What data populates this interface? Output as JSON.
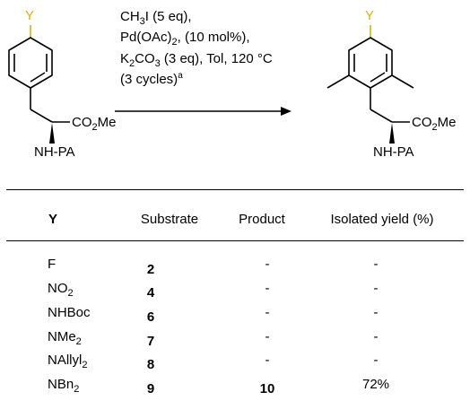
{
  "scheme": {
    "sm": {
      "y_label": "Y",
      "ester": "CO",
      "ester_sub": "2",
      "ester_tail": "Me",
      "amine": "NH-PA"
    },
    "product": {
      "y_label": "Y",
      "ester": "CO",
      "ester_sub": "2",
      "ester_tail": "Me",
      "amine": "NH-PA"
    },
    "conditions": {
      "line1": {
        "a": "CH",
        "a_sub": "3",
        "b": "I (5 eq),"
      },
      "line2": {
        "a": "Pd(OAc)",
        "a_sub": "2",
        "b": ", (10 mol%),"
      },
      "line3": {
        "a": "K",
        "a_sub": "2",
        "b": "CO",
        "b_sub": "3",
        "c": " (3 eq), Tol, 120 °C"
      },
      "line4": {
        "a": "(3 cycles)",
        "a_sup": "a"
      }
    },
    "colors": {
      "y_substituent": "#e0b000"
    }
  },
  "table": {
    "headers": [
      "Y",
      "Substrate",
      "Product",
      "Isolated yield (%)"
    ],
    "rows": [
      {
        "y": "F",
        "y_sub": "",
        "y_tail": "",
        "substrate": "2",
        "product": "-",
        "yield": "-"
      },
      {
        "y": "NO",
        "y_sub": "2",
        "y_tail": "",
        "substrate": "4",
        "product": "-",
        "yield": "-"
      },
      {
        "y": "NHBoc",
        "y_sub": "",
        "y_tail": "",
        "substrate": "6",
        "product": "-",
        "yield": "-"
      },
      {
        "y": "NMe",
        "y_sub": "2",
        "y_tail": "",
        "substrate": "7",
        "product": "-",
        "yield": "-"
      },
      {
        "y": "NAllyl",
        "y_sub": "2",
        "y_tail": "",
        "substrate": "8",
        "product": "-",
        "yield": "-"
      },
      {
        "y": "NBn",
        "y_sub": "2",
        "y_tail": "",
        "substrate": "9",
        "product": "10",
        "yield": "72%"
      }
    ]
  }
}
